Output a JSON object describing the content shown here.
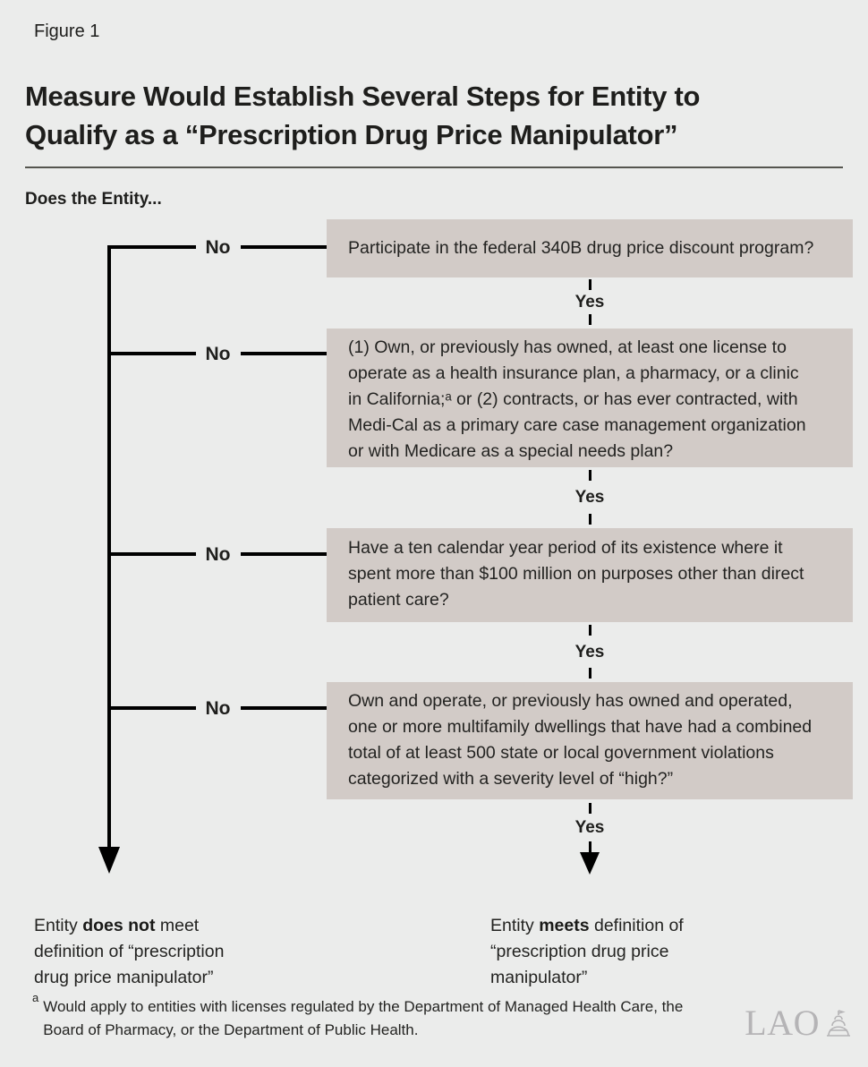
{
  "figure_label": "Figure 1",
  "title": "Measure Would Establish Several Steps for Entity to\nQualify as a “Prescription Drug Price Manipulator”",
  "intro": "Does the Entity...",
  "flow": {
    "no_label": "No",
    "yes_label": "Yes",
    "boxes": [
      {
        "text": "Participate in the federal 340B drug price discount program?"
      },
      {
        "text": "(1) Own, or previously has owned, at least one license to\noperate as a health insurance plan, a pharmacy, or a clinic\nin California;ᵃ or (2) contracts, or has ever contracted, with\nMedi-Cal as a primary care case management organization\nor with Medicare as a special needs plan?"
      },
      {
        "text": "Have a ten calendar year period of its existence where it\nspent more than $100 million on purposes other than direct\npatient care?"
      },
      {
        "text": "Own and operate, or previously has owned and operated,\none or more multifamily dwellings that have had a combined\ntotal of at least 500 state or local government violations\ncategorized with a severity level of “high?”"
      }
    ],
    "outcome_no": {
      "pre": "Entity ",
      "bold": "does not",
      "post": " meet\ndefinition of “prescription\ndrug price manipulator”"
    },
    "outcome_yes": {
      "pre": "Entity ",
      "bold": "meets",
      "post": " definition of\n“prescription drug price\nmanipulator”"
    }
  },
  "footnote": {
    "marker": "a",
    "text": "Would apply to entities with licenses regulated by the Department of Managed Health Care, the\nBoard of Pharmacy, or the Department of Public Health."
  },
  "logo": {
    "text": "LAO"
  },
  "colors": {
    "background": "#ebeceb",
    "box_fill": "#d2cbc7",
    "text": "#1e1e1c",
    "logo": "#b5b4b6"
  }
}
